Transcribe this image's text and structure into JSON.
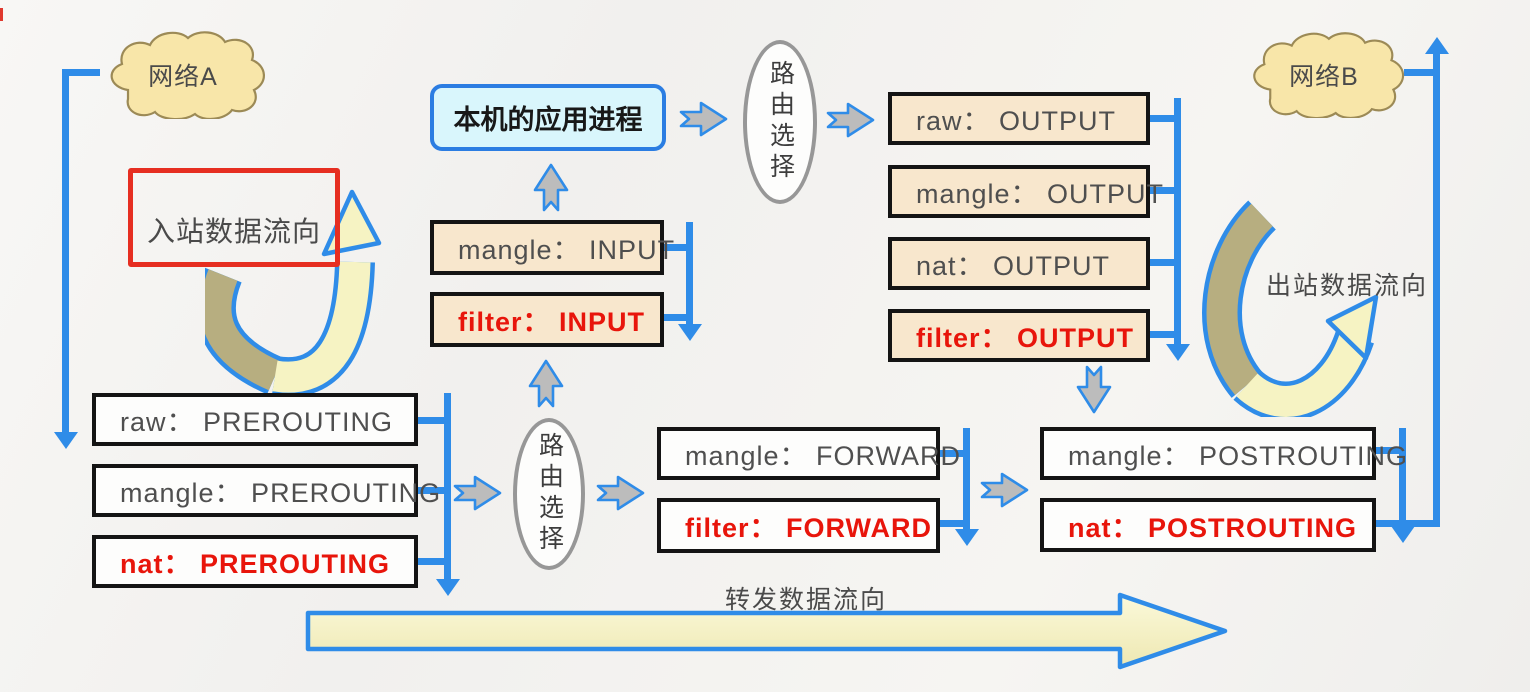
{
  "diagram_type": "iptables-netfilter-packet-flow",
  "clouds": {
    "a": "网络A",
    "b": "网络B"
  },
  "process": {
    "label": "本机的应用进程"
  },
  "routing": {
    "top": "路由选择",
    "bottom": "路由选择"
  },
  "labels": {
    "inbound": "入站数据流向",
    "outbound": "出站数据流向",
    "forward": "转发数据流向"
  },
  "chains": {
    "input": [
      {
        "label": "mangle： INPUT",
        "emphasis": false
      },
      {
        "label": "filter： INPUT",
        "emphasis": true
      }
    ],
    "output": [
      {
        "label": "raw： OUTPUT",
        "emphasis": false
      },
      {
        "label": "mangle： OUTPUT",
        "emphasis": false
      },
      {
        "label": "nat： OUTPUT",
        "emphasis": false
      },
      {
        "label": "filter： OUTPUT",
        "emphasis": true
      }
    ],
    "prerouting": [
      {
        "label": "raw： PREROUTING",
        "emphasis": false
      },
      {
        "label": "mangle： PREROUTING",
        "emphasis": false
      },
      {
        "label": "nat： PREROUTING",
        "emphasis": true
      }
    ],
    "forward": [
      {
        "label": "mangle： FORWARD",
        "emphasis": false
      },
      {
        "label": "filter： FORWARD",
        "emphasis": true
      }
    ],
    "postrouting": [
      {
        "label": "mangle： POSTROUTING",
        "emphasis": false
      },
      {
        "label": "nat： POSTROUTING",
        "emphasis": true
      }
    ]
  },
  "colors": {
    "line_blue": "#2f8ce8",
    "emphasis_red": "#e8150b",
    "box_tan": "#f8e7cd",
    "box_white": "#fdfdfc",
    "process_cyan": "#d9f6fc",
    "process_border_blue": "#2b7de2",
    "note_border_red": "#e62e21",
    "cloud_yellow": "#f8e6a9",
    "swoosh_olive": "#b7ae80",
    "swoosh_yellow": "#f6f3c3",
    "chevron_gray": "#bcbcbc"
  }
}
